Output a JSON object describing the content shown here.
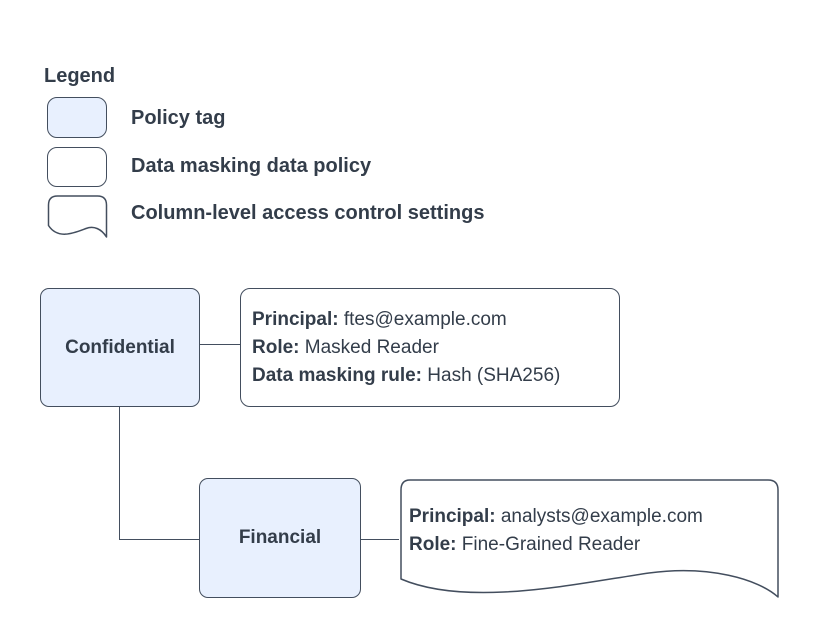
{
  "colors": {
    "policy_tag_fill": "#e8f0fe",
    "stroke": "#434e5e",
    "text": "#333d4a",
    "background": "#ffffff"
  },
  "legend": {
    "title": "Legend",
    "items": [
      {
        "icon": "policy-tag-shape",
        "label": "Policy tag"
      },
      {
        "icon": "data-masking-policy-shape",
        "label": "Data masking data policy"
      },
      {
        "icon": "column-access-shape",
        "label": "Column-level access control settings"
      }
    ]
  },
  "nodes": {
    "confidential": {
      "label": "Confidential"
    },
    "financial": {
      "label": "Financial"
    }
  },
  "policies": {
    "confidential": {
      "lines": [
        {
          "label": "Principal:",
          "value": "ftes@example.com"
        },
        {
          "label": "Role:",
          "value": "Masked Reader"
        },
        {
          "label": "Data masking rule:",
          "value": "Hash (SHA256)"
        }
      ]
    },
    "financial": {
      "lines": [
        {
          "label": "Principal:",
          "value": "analysts@example.com"
        },
        {
          "label": "Role:",
          "value": "Fine-Grained Reader"
        }
      ]
    }
  }
}
